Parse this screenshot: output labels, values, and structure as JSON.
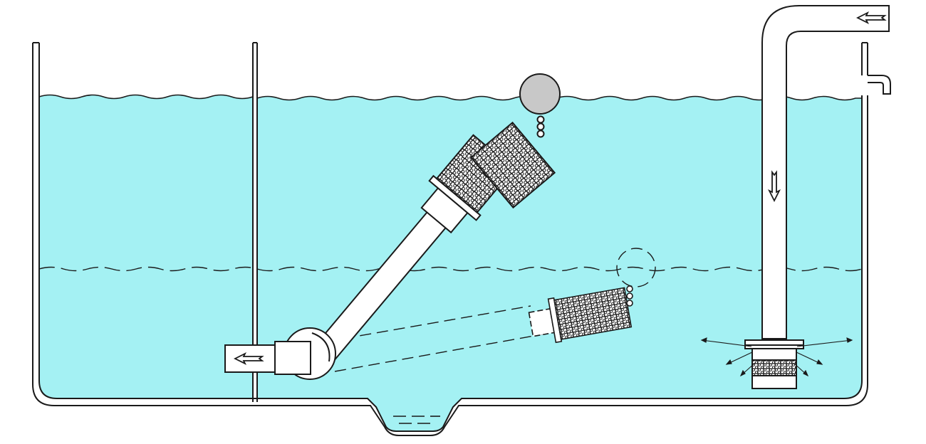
{
  "colors": {
    "water": "#a4f1f3",
    "line": "#1a1a1a",
    "background": "#ffffff",
    "float_ball": "#c8c8c8",
    "pipe": "#ffffff"
  },
  "components": [
    {
      "name": "tank",
      "icon": "tank-wall"
    },
    {
      "name": "partition-wall",
      "icon": "wall"
    },
    {
      "name": "floating-suction-arm",
      "icon": "pipe"
    },
    {
      "name": "float-ball",
      "icon": "circle"
    },
    {
      "name": "suction-strainer",
      "icon": "perforated-screen"
    },
    {
      "name": "swivel-elbow-joint",
      "icon": "elbow"
    },
    {
      "name": "outlet-pipe",
      "icon": "pipe"
    },
    {
      "name": "inlet-pipe",
      "icon": "pipe"
    },
    {
      "name": "diffuser-strainer",
      "icon": "perforated-screen"
    },
    {
      "name": "overflow-spout",
      "icon": "spout"
    },
    {
      "name": "drain-sump",
      "icon": "sump"
    }
  ],
  "states": [
    {
      "name": "high-water-level",
      "line_style": "solid"
    },
    {
      "name": "low-water-level",
      "line_style": "dashed"
    }
  ],
  "flow_arrows": [
    {
      "location": "inlet-top",
      "direction": "left"
    },
    {
      "location": "inlet-vertical",
      "direction": "down"
    },
    {
      "location": "outlet",
      "direction": "left"
    }
  ]
}
